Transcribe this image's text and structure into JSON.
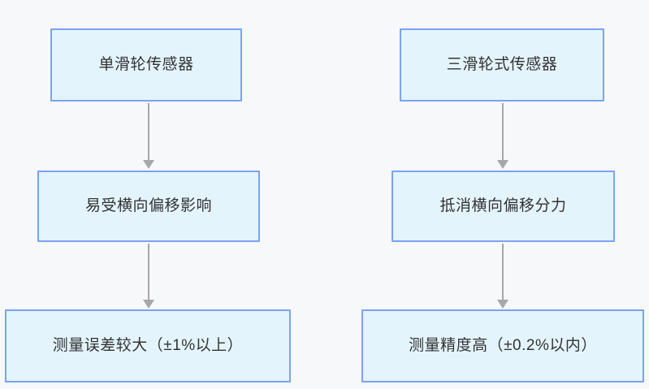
{
  "diagram": {
    "type": "flowchart",
    "orientation": "two-column top-to-bottom",
    "background_color": "#f7f8fa",
    "node_fill_color": "#e4f4fd",
    "node_border_color": "#7aa3f0",
    "node_text_color": "#333333",
    "connector_color": "#a8a8a8",
    "columns": [
      {
        "name": "single-pulley-chain",
        "nodes": [
          {
            "id": "l1",
            "label": "单滑轮传感器"
          },
          {
            "id": "l2",
            "label": "易受横向偏移影响"
          },
          {
            "id": "l3",
            "label": "测量误差较大（±1%以上）"
          }
        ],
        "connectors": [
          {
            "from": "l1",
            "to": "l2",
            "arrow": "down"
          },
          {
            "from": "l2",
            "to": "l3",
            "arrow": "down"
          }
        ]
      },
      {
        "name": "triple-pulley-chain",
        "nodes": [
          {
            "id": "r1",
            "label": "三滑轮式传感器"
          },
          {
            "id": "r2",
            "label": "抵消横向偏移分力"
          },
          {
            "id": "r3",
            "label": "测量精度高（±0.2%以内）"
          }
        ],
        "connectors": [
          {
            "from": "r1",
            "to": "r2",
            "arrow": "down"
          },
          {
            "from": "r2",
            "to": "r3",
            "arrow": "down"
          }
        ]
      }
    ]
  }
}
